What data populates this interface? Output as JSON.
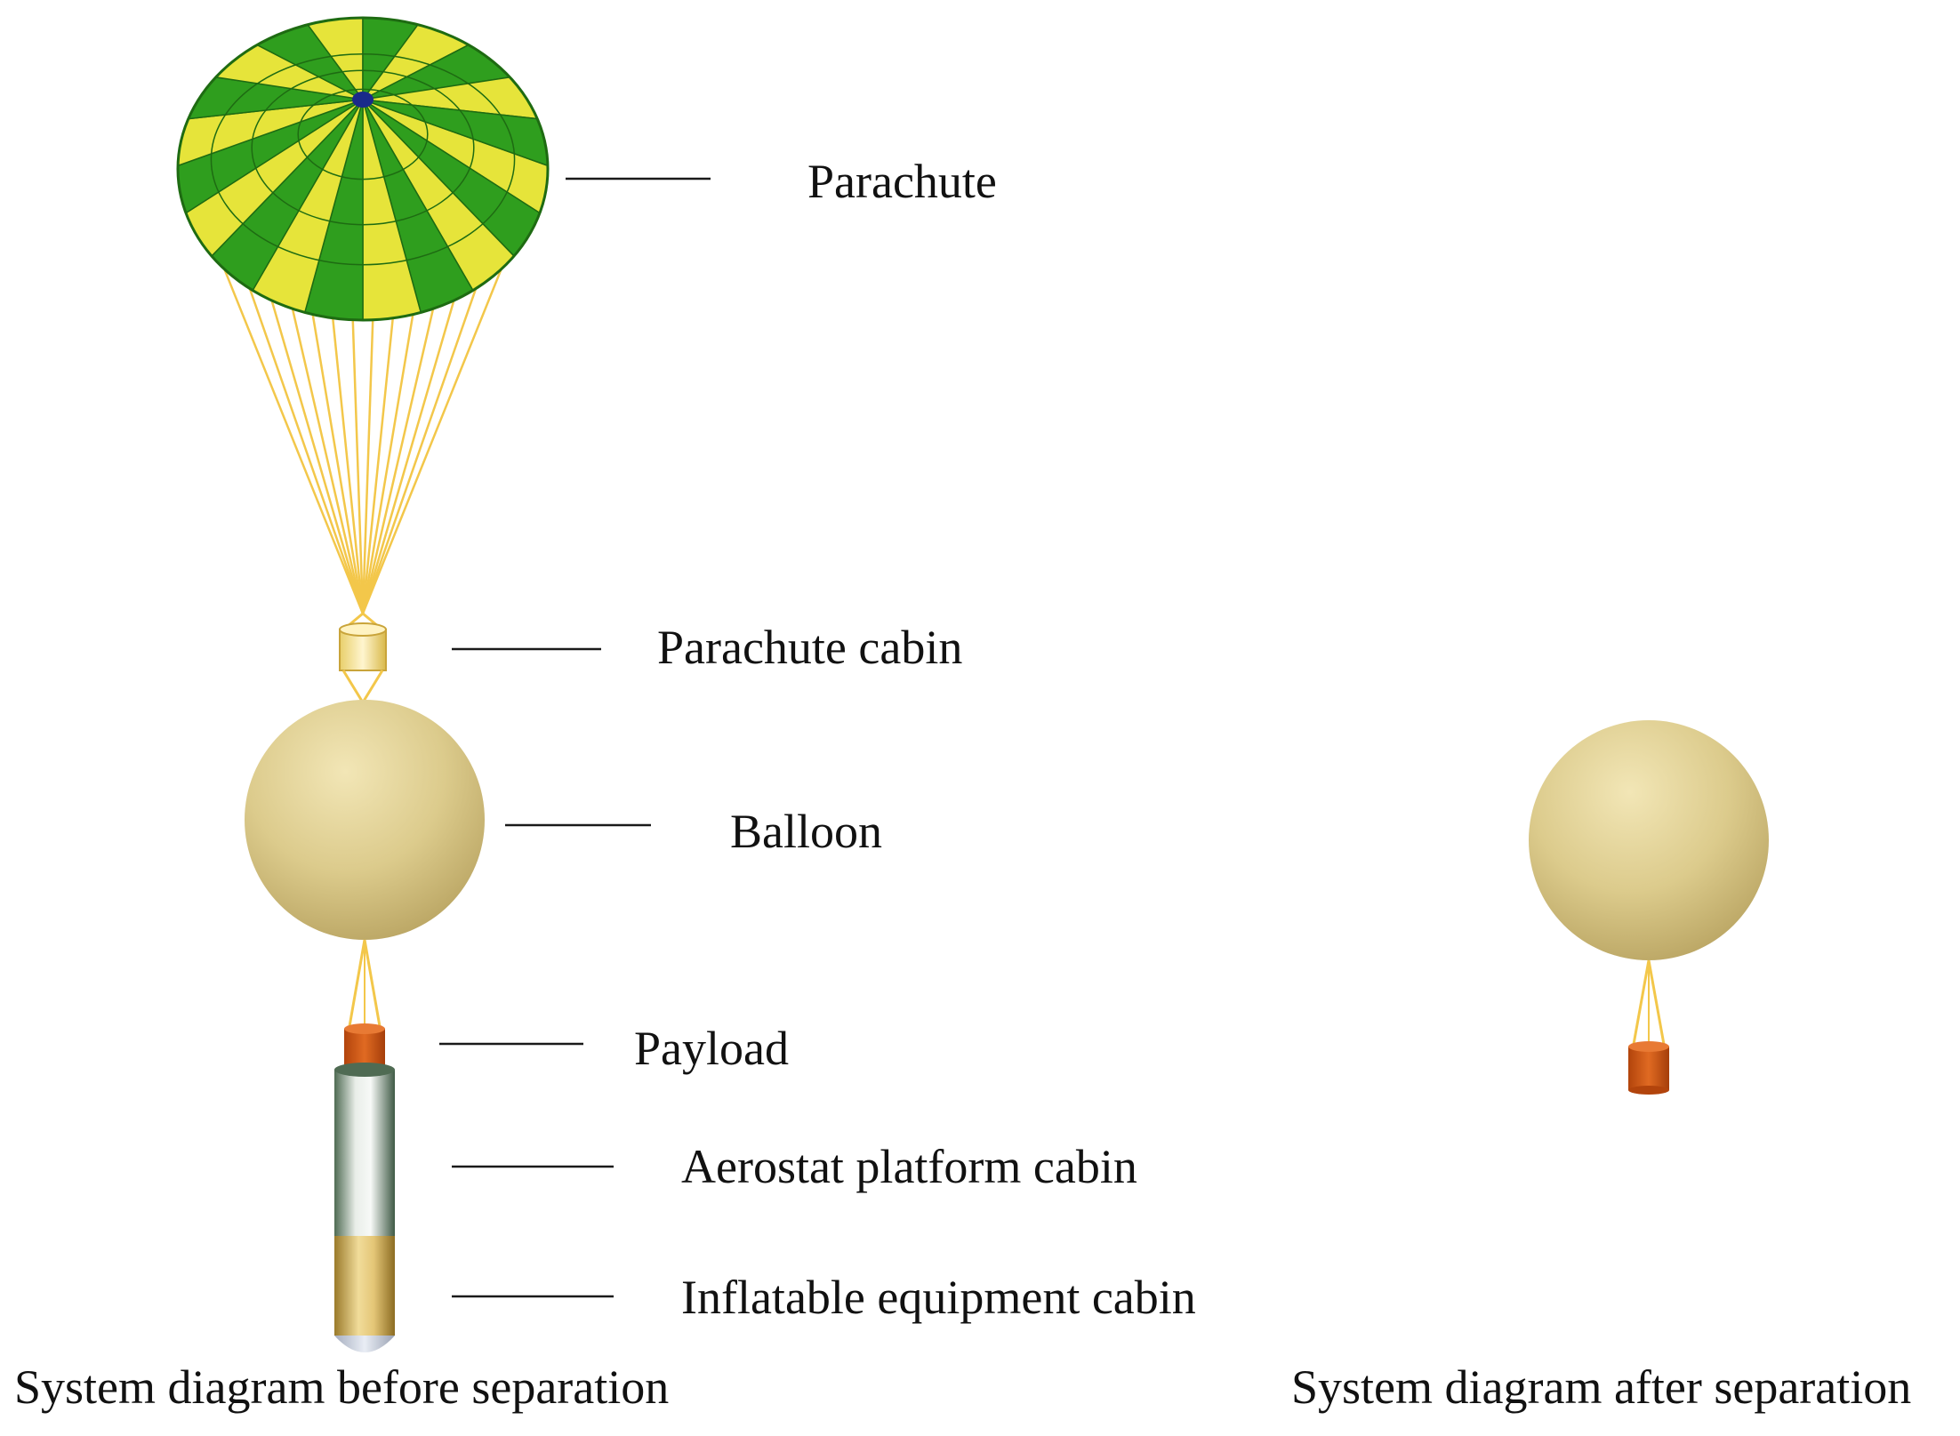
{
  "labels": {
    "parachute": "Parachute",
    "parachute_cabin": "Parachute cabin",
    "balloon": "Balloon",
    "payload": "Payload",
    "aerostat_platform_cabin": "Aerostat platform cabin",
    "inflatable_equipment_cabin": "Inflatable equipment cabin"
  },
  "captions": {
    "before": "System diagram before separation",
    "after": "System diagram after separation"
  },
  "colors": {
    "canopy_green": "#2f9e1e",
    "canopy_yellow": "#e6e43a",
    "suspension_lines": "#f3c74a",
    "balloon": "#d9c98a",
    "payload": "#cf5a14",
    "platform_cabin": "#bfc7c0",
    "equipment_cabin": "#d3b25c"
  }
}
